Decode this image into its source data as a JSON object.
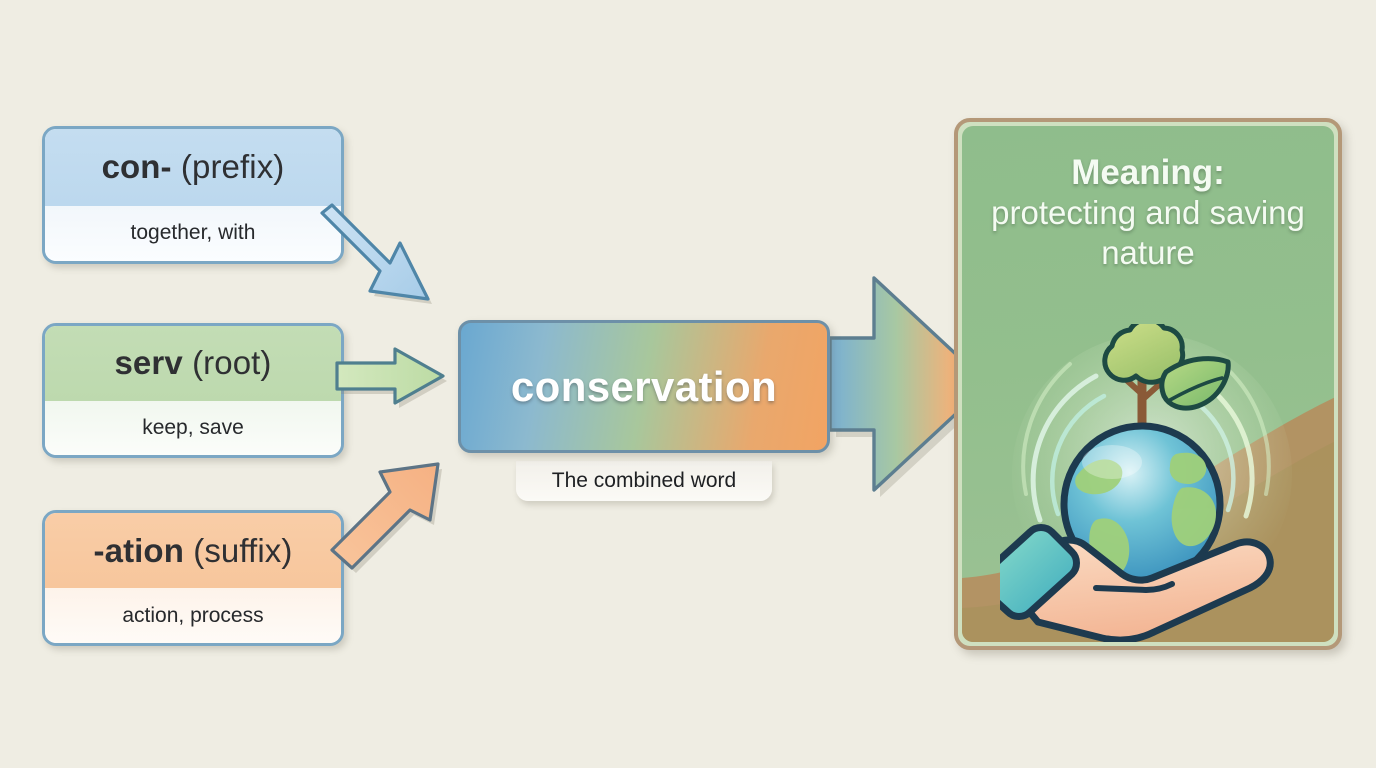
{
  "background_color": "#efede3",
  "morphemes": [
    {
      "name": "prefix-card",
      "part_bold": "con-",
      "part_type": "(prefix)",
      "definition": "together, with",
      "accent": "#bcd8ee",
      "border": "#7ba7c4"
    },
    {
      "name": "root-card",
      "part_bold": "serv",
      "part_type": "(root)",
      "definition": "keep, save",
      "accent": "#bdd9ae",
      "border": "#7ba7c4"
    },
    {
      "name": "suffix-card",
      "part_bold": "-ation",
      "part_type": "(suffix)",
      "definition": "action, process",
      "accent": "#f7c69c",
      "border": "#7ba7c4"
    }
  ],
  "combined": {
    "word": "conservation",
    "caption": "The combined word",
    "gradient_start": "#6aa8d0",
    "gradient_mid": "#a8c79c",
    "gradient_end": "#f2a463"
  },
  "arrows": [
    {
      "name": "prefix-to-word-arrow",
      "direction": "down-right",
      "color": "#b6d6ef",
      "stroke": "#4f86a8"
    },
    {
      "name": "root-to-word-arrow",
      "direction": "right",
      "color": "#c6e0ae",
      "stroke": "#4f7f8f"
    },
    {
      "name": "suffix-to-word-arrow",
      "direction": "up-right",
      "color": "#f7bd91",
      "stroke": "#5d7486"
    },
    {
      "name": "word-to-meaning-arrow",
      "direction": "right",
      "color": "gradient",
      "stroke": "#5d7e90"
    }
  ],
  "meaning": {
    "label": "Meaning:",
    "value": "protecting and saving nature",
    "panel_fill": "#93bf8d",
    "panel_border": "#b49878",
    "illustration": {
      "name": "hand-holding-globe-with-tree",
      "globe_ocean": "#3f9ec4",
      "globe_land": "#9fd07a",
      "tree_canopy": "#b4d07a",
      "tree_trunk": "#8a5a37",
      "hand_skin": "#f7cdb2",
      "sleeve": "#5bbfae",
      "outline": "#1d3a4f"
    }
  }
}
